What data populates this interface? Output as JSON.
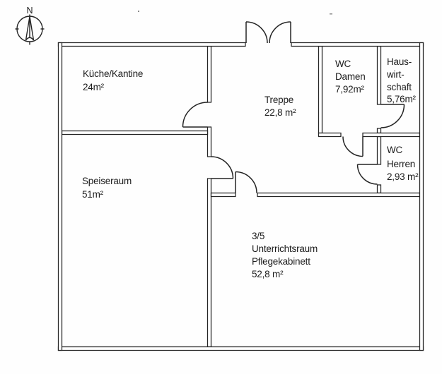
{
  "title": "floor-plan",
  "compass": {
    "north_label": "N"
  },
  "rooms": {
    "kueche_kantine": {
      "lines": [
        "Küche/Kantine",
        "24m²"
      ]
    },
    "treppe": {
      "lines": [
        "Treppe",
        "22,8 m²"
      ]
    },
    "wc_damen": {
      "lines": [
        "WC",
        "Damen",
        "7,92m²"
      ]
    },
    "hauswirtschaft": {
      "lines": [
        "Haus-",
        "wirt-",
        "schaft",
        "5,76m²"
      ]
    },
    "wc_herren": {
      "lines": [
        "WC",
        "Herren",
        "2,93 m²"
      ]
    },
    "speiseraum": {
      "lines": [
        "Speiseraum",
        "51m²"
      ]
    },
    "unterrichtsraum": {
      "lines": [
        "3/5",
        "Unterrichtsraum",
        "Pflegekabinett",
        "52,8 m²"
      ]
    }
  },
  "colors": {
    "ink": "#242424",
    "paper": "#ffffff"
  }
}
